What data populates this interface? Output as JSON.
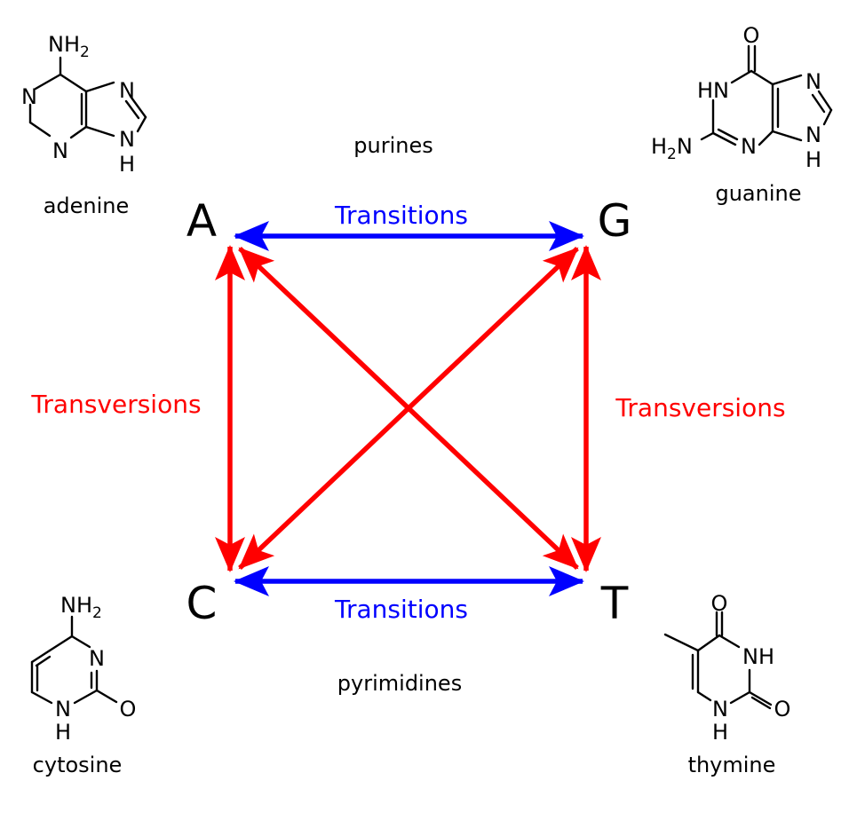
{
  "colors": {
    "transition": "#0000ff",
    "transversion": "#ff0000",
    "text": "#000000"
  },
  "bases": {
    "A": "A",
    "G": "G",
    "C": "C",
    "T": "T"
  },
  "groups": {
    "purines": "purines",
    "pyrimidines": "pyrimidines"
  },
  "arrows": {
    "transition_top": "Transitions",
    "transition_bottom": "Transitions",
    "transversion_left": "Transversions",
    "transversion_right": "Transversions"
  },
  "molecules": {
    "adenine": {
      "name": "adenine",
      "atoms": [
        "NH2",
        "N",
        "N",
        "N",
        "N",
        "H"
      ]
    },
    "guanine": {
      "name": "guanine",
      "atoms": [
        "O",
        "HN",
        "N",
        "H2N",
        "N",
        "N",
        "H"
      ]
    },
    "cytosine": {
      "name": "cytosine",
      "atoms": [
        "NH2",
        "N",
        "N",
        "H",
        "O"
      ]
    },
    "thymine": {
      "name": "thymine",
      "atoms": [
        "O",
        "NH",
        "N",
        "H",
        "O"
      ]
    }
  }
}
